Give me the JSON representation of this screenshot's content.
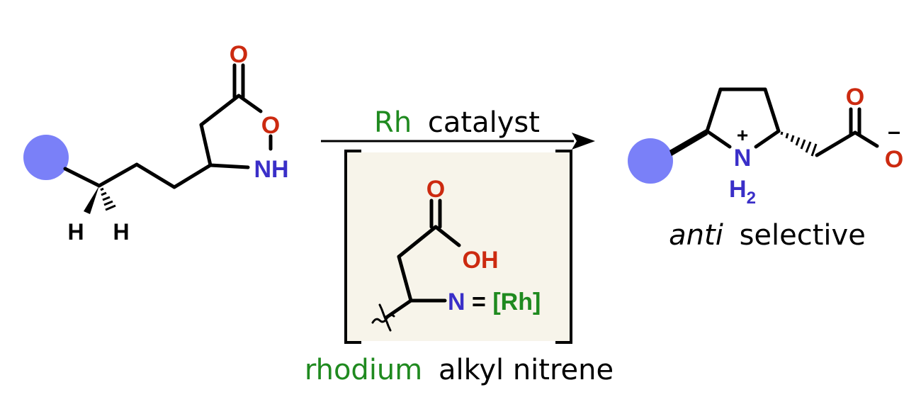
{
  "colors": {
    "oxygen": "#cc2a10",
    "nitrogen": "#3a2fc8",
    "rhodium": "#1f8a1f",
    "substituent": "#7a80f8",
    "bond": "#000000",
    "box_fill": "#f7f4ea",
    "text": "#000000"
  },
  "reactant": {
    "atoms": {
      "ketone_o": "O",
      "ring_o": "O",
      "nh": "NH",
      "h_left": "H",
      "h_right": "H"
    }
  },
  "arrow": {
    "reagent_metal": "Rh",
    "reagent_word": "catalyst"
  },
  "intermediate": {
    "atoms": {
      "carbonyl_o": "O",
      "oh": "OH",
      "n": "N",
      "bond_eq": "=",
      "rh": "[Rh]"
    },
    "caption_metal": "rhodium",
    "caption_rest": "alkyl nitrene"
  },
  "product": {
    "atoms": {
      "carbonyl_o": "O",
      "carboxylate_o": "O",
      "charge_minus": "–",
      "charge_plus": "+",
      "n": "N",
      "h": "H",
      "h_sub": "2"
    },
    "caption_italic": "anti",
    "caption_rest": "selective"
  }
}
